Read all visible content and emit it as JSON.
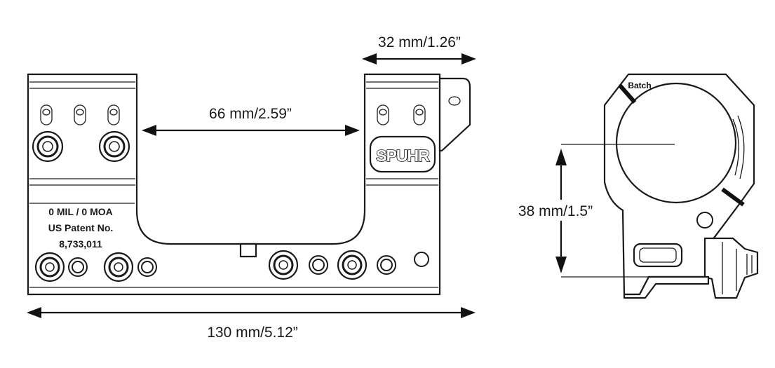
{
  "dimensions": {
    "ring_width": "32 mm/1.26”",
    "ring_spacing": "66 mm/2.59”",
    "total_length": "130 mm/5.12”",
    "center_height": "38 mm/1.5”"
  },
  "engraving": {
    "line1": "0 MIL / 0 MOA",
    "line2": "US Patent No.",
    "line3": "8,733,011"
  },
  "logo": "SPUHR",
  "batch_label": "Batch"
}
